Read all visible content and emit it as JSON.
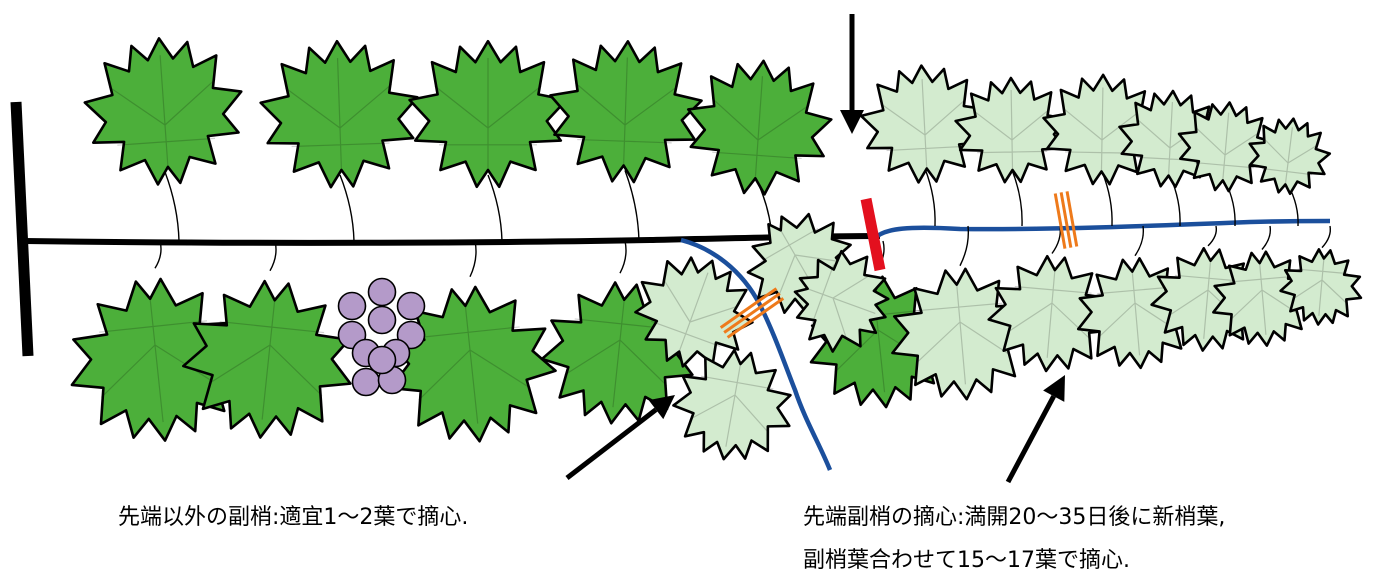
{
  "colors": {
    "mature_leaf": "#4caf3a",
    "young_leaf": "#d3ebcf",
    "grape": "#b49ac9",
    "cane": "#000000",
    "cut_red": "#e3101e",
    "shoot_blue": "#1b4f9c",
    "cut_orange": "#ee7a1b"
  },
  "icons": {
    "grape": "grape-cluster-icon",
    "mature_leaf": "mature-grape-leaf-icon",
    "young_leaf": "young-grape-leaf-icon"
  },
  "captions": {
    "lateral_pinching": "先端以外の副梢:適宜1～2葉で摘心.",
    "tip_pinching_line1": "先端副梢の摘心:満開20～35日後に新梢葉,",
    "tip_pinching_line2": "副梢葉合わせて15～17葉で摘心."
  }
}
